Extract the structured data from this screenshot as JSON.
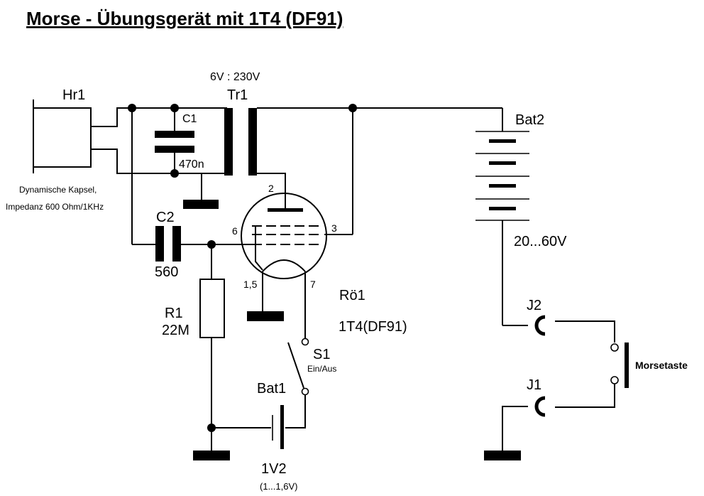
{
  "title": "Morse - Übungsgerät mit 1T4 (DF91)",
  "hr1": {
    "ref": "Hr1",
    "note_line1": "Dynamische Kapsel,",
    "note_line2": "Impedanz 600 Ohm/1KHz"
  },
  "c1": {
    "ref": "C1",
    "value": "470n"
  },
  "tr1": {
    "ratio": "6V  : 230V",
    "ref": "Tr1"
  },
  "c2": {
    "ref": "C2",
    "value": "560"
  },
  "r1": {
    "ref": "R1",
    "value": "22M"
  },
  "tube": {
    "ref": "Rö1",
    "type": "1T4(DF91)",
    "pins": {
      "anode": "2",
      "screen": "3",
      "grid": "6",
      "filament": "1,5",
      "filament2": "7"
    }
  },
  "s1": {
    "ref": "S1",
    "note": "Ein/Aus"
  },
  "bat1": {
    "ref": "Bat1",
    "value": "1V2",
    "range": "(1...1,6V)"
  },
  "bat2": {
    "ref": "Bat2",
    "value": "20...60V"
  },
  "j1": {
    "ref": "J1"
  },
  "j2": {
    "ref": "J2"
  },
  "key": {
    "label": "Morsetaste"
  }
}
